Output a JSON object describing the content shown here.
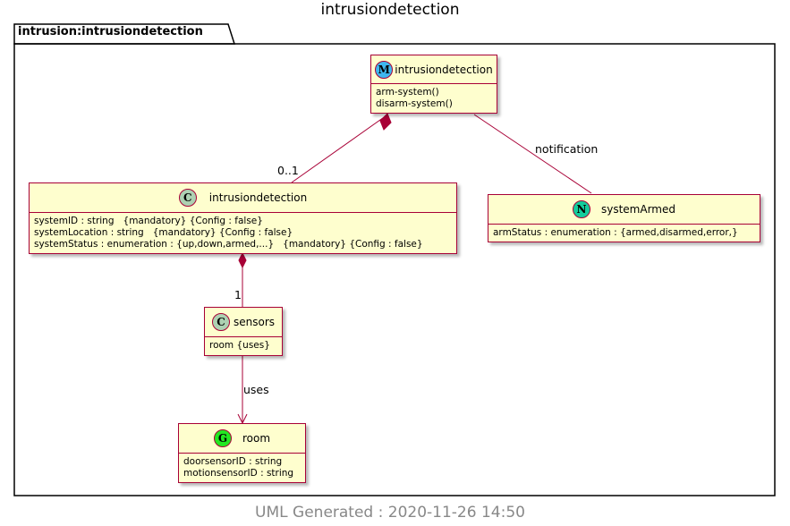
{
  "diagram_title": "intrusiondetection",
  "package": {
    "name": "intrusion:intrusiondetection"
  },
  "classes": {
    "module": {
      "stereotype_letter": "M",
      "badge_color": "#3fb7ef",
      "name": "intrusiondetection",
      "members": [
        "arm-system()",
        "disarm-system()"
      ]
    },
    "container": {
      "stereotype_letter": "C",
      "badge_color": "#add1b2",
      "name": "intrusiondetection",
      "members": [
        "systemID : string   {mandatory} {Config : false}",
        "systemLocation : string   {mandatory} {Config : false}",
        "systemStatus : enumeration : {up,down,armed,...}   {mandatory} {Config : false}"
      ]
    },
    "notification": {
      "stereotype_letter": "N",
      "badge_color": "#13cc9c",
      "name": "systemArmed",
      "members": [
        "armStatus : enumeration : {armed,disarmed,error,}"
      ]
    },
    "sensors": {
      "stereotype_letter": "C",
      "badge_color": "#add1b2",
      "name": "sensors",
      "members": [
        "room {uses}"
      ]
    },
    "grouping": {
      "stereotype_letter": "G",
      "badge_color": "#22e822",
      "name": "room",
      "members": [
        "doorsensorID : string",
        "motionsensorID : string"
      ]
    }
  },
  "edge_labels": {
    "module_container_multiplicity": "0..1",
    "notification_label": "notification",
    "container_sensors_multiplicity": "1",
    "uses_label": "uses"
  },
  "colors": {
    "border": "#a80036",
    "fill": "#fefece",
    "footer": "#888888"
  },
  "footer": "UML Generated : 2020-11-26 14:50"
}
